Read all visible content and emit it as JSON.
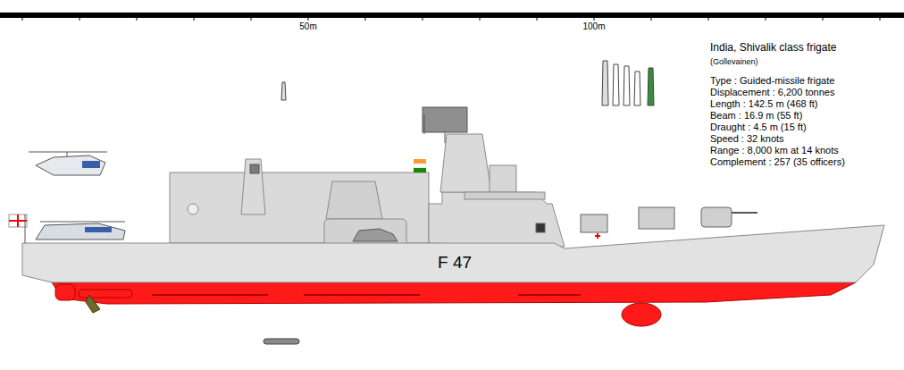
{
  "diagram": {
    "title": "India, Shivalik class frigate",
    "labels": [
      "50m",
      "100m",
      "(Gollevainen)",
      "Type : Guided-missile frigate",
      "Displacement : 6,200 tonnes",
      "Length : 142.5 m (468 ft)",
      "Beam : 16.9 m (55 ft)",
      "Draught : 4.5 m (15 ft)",
      "Speed : 32 knots",
      "Range : 8,000 km at 14 knots",
      "Complement : 257 (35 officers)",
      "F 47"
    ]
  }
}
